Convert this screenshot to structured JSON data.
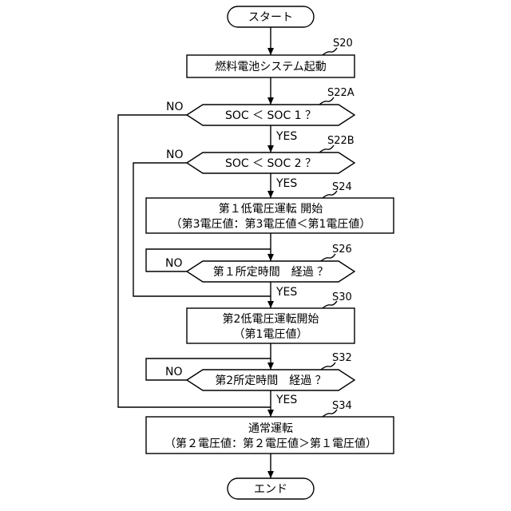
{
  "start_label": "スタート",
  "end_label": "エンド",
  "steps": {
    "s20": {
      "tag": "S20",
      "text": "燃料電池システム起動"
    },
    "s22a": {
      "tag": "S22A",
      "text": "SOC ＜ SOC 1 ？"
    },
    "s22b": {
      "tag": "S22B",
      "text": "SOC ＜ SOC 2 ？"
    },
    "s24": {
      "tag": "S24",
      "line1": "第１低電圧運転 開始",
      "line2": "（第3電圧値：第3電圧値＜第1電圧値）"
    },
    "s26": {
      "tag": "S26",
      "text": "第１所定時間　経過 ？"
    },
    "s30": {
      "tag": "S30",
      "line1": "第2低電圧運転開始",
      "line2": "（第1電圧値）"
    },
    "s32": {
      "tag": "S32",
      "text": "第2所定時間　経過 ？"
    },
    "s34": {
      "tag": "S34",
      "line1": "通常運転",
      "line2": "（第２電圧値：第２電圧値＞第１電圧値）"
    }
  },
  "branch_labels": {
    "s22a_no": "NO",
    "s22a_yes": "YES",
    "s22b_no": "NO",
    "s22b_yes": "YES",
    "s26_no": "NO",
    "s26_yes": "YES",
    "s32_no": "NO",
    "s32_yes": "YES"
  }
}
